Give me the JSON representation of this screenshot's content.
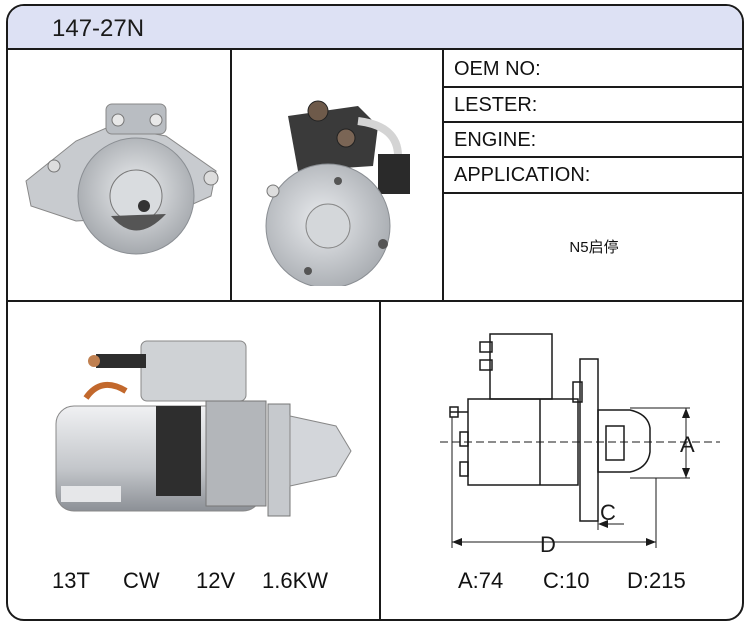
{
  "header": {
    "part_number": "147-27N"
  },
  "specs": {
    "oem_label": "OEM NO:",
    "lester_label": "LESTER:",
    "engine_label": "ENGINE:",
    "application_label": "APPLICATION:",
    "application_value": "N5启停"
  },
  "features": {
    "teeth": "13T",
    "rotation": "CW",
    "voltage": "12V",
    "power": "1.6KW"
  },
  "dimensions": {
    "label_a": "A",
    "label_c": "C",
    "label_d": "D",
    "a": "A:74",
    "c": "C:10",
    "d": "D:215"
  },
  "colors": {
    "header_bg": "#dde1f4",
    "border": "#1a1a1a",
    "metal": "#c9ccd0"
  }
}
